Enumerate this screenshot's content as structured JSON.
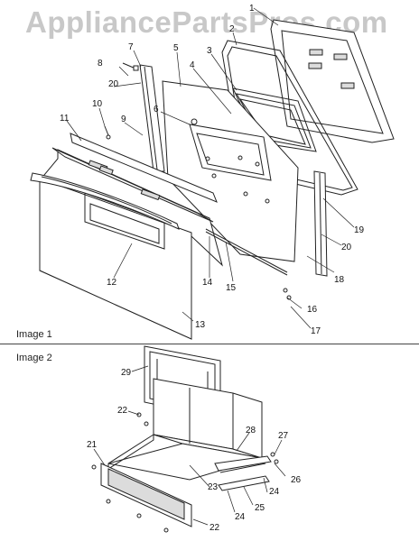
{
  "watermark": "AppliancePartsPros.com",
  "sections": [
    {
      "label": "Image 1"
    },
    {
      "label": "Image 2"
    }
  ],
  "callouts": [
    {
      "key": "c1",
      "text": "1"
    },
    {
      "key": "c2",
      "text": "2"
    },
    {
      "key": "c3",
      "text": "3"
    },
    {
      "key": "c4",
      "text": "4"
    },
    {
      "key": "c5",
      "text": "5"
    },
    {
      "key": "c6",
      "text": "6"
    },
    {
      "key": "c7",
      "text": "7"
    },
    {
      "key": "c8",
      "text": "8"
    },
    {
      "key": "c9",
      "text": "9"
    },
    {
      "key": "c10",
      "text": "10"
    },
    {
      "key": "c11",
      "text": "11"
    },
    {
      "key": "c12",
      "text": "12"
    },
    {
      "key": "c13",
      "text": "13"
    },
    {
      "key": "c14",
      "text": "14"
    },
    {
      "key": "c15",
      "text": "15"
    },
    {
      "key": "c16",
      "text": "16"
    },
    {
      "key": "c17",
      "text": "17"
    },
    {
      "key": "c18",
      "text": "18"
    },
    {
      "key": "c19",
      "text": "19"
    },
    {
      "key": "c20a",
      "text": "20"
    },
    {
      "key": "c20b",
      "text": "20"
    },
    {
      "key": "c21",
      "text": "21"
    },
    {
      "key": "c22a",
      "text": "22"
    },
    {
      "key": "c22b",
      "text": "22"
    },
    {
      "key": "c23",
      "text": "23"
    },
    {
      "key": "c24a",
      "text": "24"
    },
    {
      "key": "c24b",
      "text": "24"
    },
    {
      "key": "c25",
      "text": "25"
    },
    {
      "key": "c26",
      "text": "26"
    },
    {
      "key": "c27",
      "text": "27"
    },
    {
      "key": "c28",
      "text": "28"
    },
    {
      "key": "c29",
      "text": "29"
    }
  ]
}
